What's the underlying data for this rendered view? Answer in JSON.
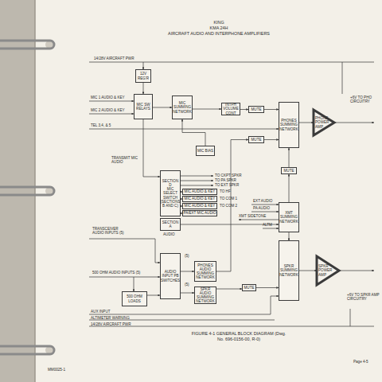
{
  "diagram": {
    "caption": "FIGURE 4-1 GENERAL BLOCK DIAGRAM (Dwg. No. 696-0156-00, R-0)",
    "nodes": [
      {
        "text": [
          "12V REG'R"
        ]
      },
      {
        "text": [
          "MIC SW RELAYS"
        ]
      },
      {
        "text": [
          "MIC SUMMING NETWORK"
        ]
      },
      {
        "text": [
          "INTPH VOLUME CONT"
        ]
      },
      {
        "text": [
          "MUTE"
        ]
      },
      {
        "text": [
          "PHONES SUMMING NETWORK"
        ]
      },
      {
        "text": [
          "PHONE POWER AMP"
        ]
      },
      {
        "text": [
          "MUTE"
        ]
      },
      {
        "text": [
          "MIC BIAS"
        ]
      },
      {
        "text": [
          "MUTE"
        ]
      },
      {
        "text": [
          "SECTION D",
          "MIC SELECT SWITCH (SECTIONS B AND C)"
        ]
      },
      {
        "text": [
          "MIC AUDIO & KEY"
        ]
      },
      {
        "text": [
          "MIC AUDIO & KEY"
        ]
      },
      {
        "text": [
          "MIC AUDIO & KEY"
        ]
      },
      {
        "text": [
          "PA/EXT MIC AUDIO"
        ]
      },
      {
        "text": [
          "SECTION A"
        ]
      },
      {
        "text": [
          "XMT SUMMING NETWORK"
        ]
      },
      {
        "text": [
          "AUDIO INPUT PB SWITCHES"
        ]
      },
      {
        "text": [
          "PHONES AUDIO SUMMING NETWORK"
        ]
      },
      {
        "text": [
          "SPKR SUMMING NETWORK"
        ]
      },
      {
        "text": [
          "SPKR POWER AMP"
        ]
      },
      {
        "text": [
          "SPKR AUDIO SUMMING NETWORK"
        ]
      },
      {
        "text": [
          "MUTE"
        ]
      },
      {
        "text": [
          "500 OHM LOADS"
        ]
      }
    ],
    "edges": [
      {
        "from": 0,
        "to": 1,
        "arrow": "to"
      },
      {
        "from": 1,
        "to": 2,
        "arrow": "to"
      },
      {
        "from": 8,
        "to": 2,
        "arrow": "to"
      },
      {
        "from": 2,
        "to": 3,
        "arrow": "to"
      },
      {
        "from": 3,
        "to": 4,
        "arrow": "to"
      },
      {
        "from": 4,
        "to": 5,
        "arrow": "to"
      },
      {
        "from": 7,
        "to": 5,
        "arrow": "to"
      },
      {
        "from": 5,
        "to": 6,
        "arrow": "to"
      },
      {
        "from": 16,
        "to": 9,
        "arrow": "to"
      },
      {
        "from": 9,
        "to": 5,
        "arrow": "to"
      },
      {
        "from": 10,
        "to": 11,
        "arrow": "to"
      },
      {
        "from": 10,
        "to": 12,
        "arrow": "to"
      },
      {
        "from": 10,
        "to": 13,
        "arrow": "to"
      },
      {
        "from": 10,
        "to": 14,
        "arrow": "to"
      },
      {
        "from": 15,
        "to": 16,
        "arrow": "to"
      },
      {
        "from": 16,
        "to": 19,
        "arrow": "to"
      },
      {
        "from": 19,
        "to": 20,
        "arrow": "to"
      },
      {
        "from": 23,
        "to": 17,
        "arrow": "to"
      },
      {
        "from": 17,
        "to": 18,
        "arrow": "to"
      },
      {
        "from": 17,
        "to": 21,
        "arrow": "to"
      },
      {
        "from": 21,
        "to": 22,
        "arrow": "to"
      },
      {
        "from": 22,
        "to": 19,
        "arrow": "to"
      },
      {
        "from": 18,
        "to": 7,
        "arrow": "to"
      }
    ],
    "labels": [
      "KING",
      "KMA 24H",
      "AIRCRAFT AUDIO AND INTERPHONE AMPLIFIERS",
      "14/28V AIRCRAFT PWR",
      "MIC 1 AUDIO & KEY",
      "MIC 2 AUDIO & KEY",
      "TEL 3,4, & 5",
      "TRANSMIT MIC AUDIO",
      "+6V TO PHO CIRCUITRY",
      "TO CKPT SPKR",
      "TO PA SPKR",
      "TO EXT SPKR",
      "TO HF",
      "TO COM 1",
      "TO COM 2",
      "EXT AUDIO",
      "PA AUDIO",
      "XMT SIDETONE",
      "ALTM",
      "TRANSCEIVER AUDIO INPUTS (5)",
      "500 OHM AUDIO INPUTS (5)",
      "AUDIO",
      "(5)",
      "(5)",
      "+6V TO SPKR AMP CIRCUITRY",
      "AUX INPUT",
      "ALTIMETER WARNING",
      "14/28V AIRCRAFT PWR",
      "MM0025-1",
      "Page 4-5"
    ]
  }
}
